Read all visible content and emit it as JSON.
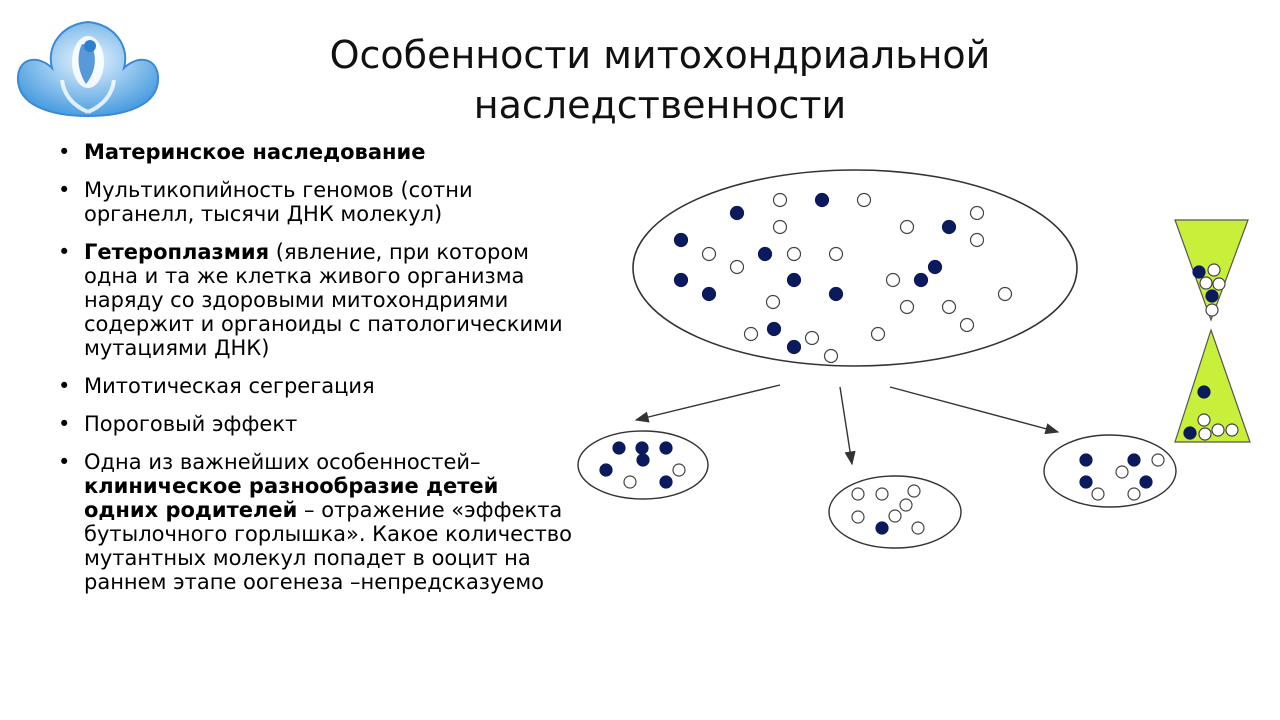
{
  "title": {
    "line1": "Особенности митохондриальной",
    "line2": "наследственности"
  },
  "bullets": [
    {
      "bold": "Материнское наследование",
      "text": ""
    },
    {
      "bold": "",
      "text": "Мультикопийность геномов (сотни органелл, тысячи ДНК молекул)"
    },
    {
      "bold": "Гетероплазмия",
      "text": " (явление, при котором одна и та же клетка живого организма наряду со здоровыми митохондриями содержит и органоиды с патологическими мутациями ДНК)"
    },
    {
      "bold": "",
      "text": "Митотическая сегрегация"
    },
    {
      "bold": "",
      "text": "Пороговый эффект"
    },
    {
      "pre": "Одна из важнейших особенностей–",
      "bold": "клиническое разнообразие детей одних родителей",
      "post": " – отражение «эффекта бутылочного горлышка». Какое количество мутантных молекул попадет в ооцит на раннем этапе оогенеза –непредсказуемо"
    }
  ],
  "colors": {
    "mutant": "#0a1a5c",
    "normal": "#ffffff",
    "bottleneck_fill": "#c8ef3a",
    "logo": "#5aa9e6"
  },
  "icons": [
    "logo-icon"
  ]
}
